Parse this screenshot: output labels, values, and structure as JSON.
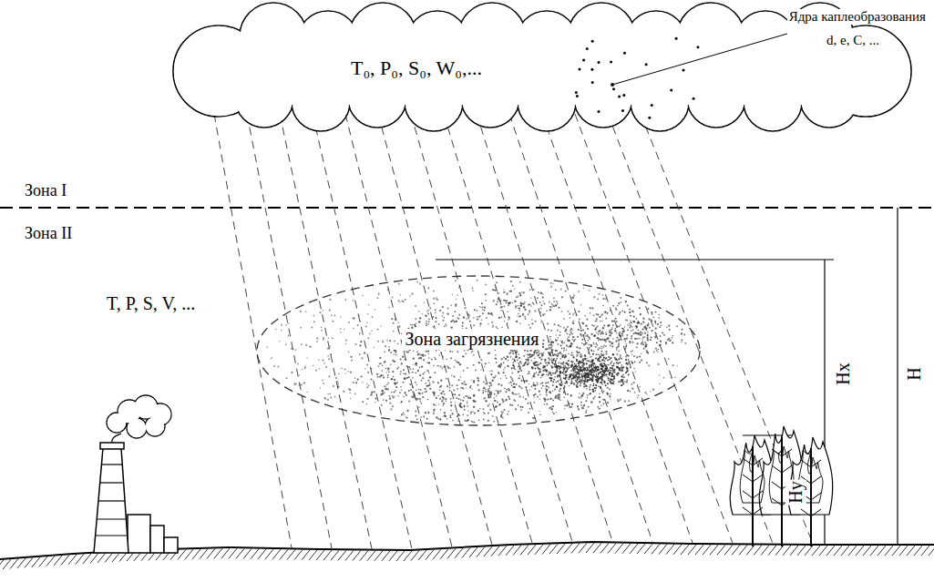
{
  "diagram": {
    "nodes": [
      {
        "text": [
          "T₀, P₀, S₀, W₀,..."
        ]
      },
      {
        "text": [
          "Зона загрязнения"
        ]
      }
    ],
    "labels": [
      "Ядра каплеобразования",
      "d, e, C, ...",
      "Зона I",
      "Зона II",
      "T, P, S, V, ...",
      "Hx",
      "H",
      "Hy"
    ]
  }
}
